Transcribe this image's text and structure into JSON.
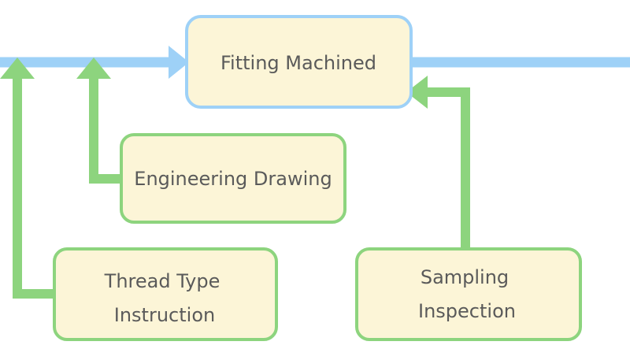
{
  "colors": {
    "main_flow": "#9ed1f7",
    "input_flow": "#8dd47e",
    "box_fill": "#fcf5d7",
    "text": "#5a5a5a"
  },
  "nodes": {
    "fitting_machined": {
      "lines": [
        "Fitting Machined"
      ]
    },
    "engineering_drawing": {
      "lines": [
        "Engineering Drawing"
      ]
    },
    "thread_type_instruction": {
      "lines": [
        "Thread Type",
        "Instruction"
      ]
    },
    "sampling_inspection": {
      "lines": [
        "Sampling",
        "Inspection"
      ]
    }
  }
}
